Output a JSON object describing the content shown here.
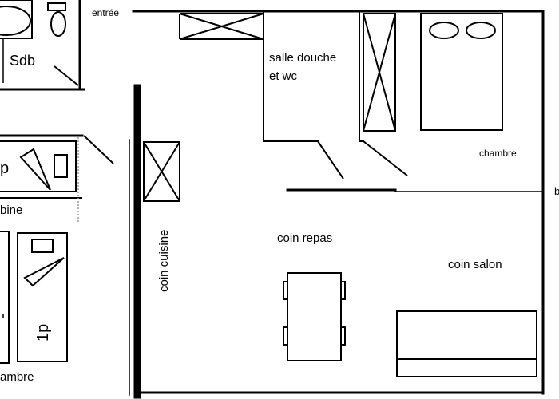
{
  "labels": {
    "entree": "entrée",
    "sdb": "Sdb",
    "salle_douche_line1": "salle douche",
    "salle_douche_line2": "et wc",
    "chambre_right": "chambre",
    "coin_repas": "coin repas",
    "coin_salon": "coin salon",
    "coin_cuisine": "coin cuisine",
    "cabine_partial": "bine",
    "chambre_left_partial": "ambre",
    "bed_1p_top": "p",
    "bed_1p_bottom": "1p",
    "edge_letter": "b"
  },
  "colors": {
    "ink": "#000000",
    "paper": "#ffffff",
    "dotted": "#9a9a9a"
  }
}
